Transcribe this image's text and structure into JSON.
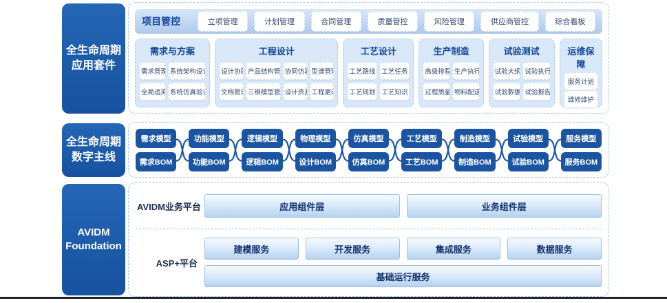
{
  "colors": {
    "primary_dark_blue": "#1c5aa8",
    "thread_box_blue": "#1b55a1",
    "panel_light_blue": "#d9e8f8",
    "band_gradient_top": "#d8e6f7",
    "band_gradient_bottom": "#adc9ec",
    "header_text_blue": "#15489c",
    "button_text": "#33486e",
    "gradient_box_text": "#143070",
    "dashed_border": "#a8c6e8"
  },
  "suite": {
    "sidebar": {
      "line1": "全生命周期",
      "line2": "应用套件"
    },
    "band": {
      "label": "项目管控",
      "buttons": [
        "立项管理",
        "计划管理",
        "合同管理",
        "质量管控",
        "风险管理",
        "供应商管控",
        "综合看板"
      ]
    },
    "columns": [
      {
        "title": "需求与方案",
        "rows": [
          [
            "需求管理",
            "系统架构设计"
          ],
          [
            "全局追溯",
            "系统仿真验证"
          ]
        ]
      },
      {
        "title": "工程设计",
        "rows": [
          [
            "设计协同",
            "产品结构管理",
            "协同仿真",
            "型谱管理"
          ],
          [
            "文档管理",
            "三维模型管理",
            "设计资源",
            "工程更改"
          ]
        ]
      },
      {
        "title": "工艺设计",
        "rows": [
          [
            "工艺路线",
            "工艺任务"
          ],
          [
            "工艺规划",
            "工艺知识"
          ]
        ]
      },
      {
        "title": "生产制造",
        "rows": [
          [
            "高级排程",
            "生产执行"
          ],
          [
            "过程质量",
            "物料配送"
          ]
        ]
      },
      {
        "title": "试验测试",
        "rows": [
          [
            "试验大纲",
            "试验执行"
          ],
          [
            "试验数据",
            "试验报告"
          ]
        ]
      },
      {
        "title": "运维保障",
        "rows": [
          [
            "服务计划"
          ],
          [
            "维修维护"
          ]
        ]
      }
    ]
  },
  "thread": {
    "sidebar": {
      "line1": "全生命周期",
      "line2": "数字主线"
    },
    "pairs": [
      {
        "model": "需求模型",
        "bom": "需求BOM"
      },
      {
        "model": "功能模型",
        "bom": "功能BOM"
      },
      {
        "model": "逻辑模型",
        "bom": "逻辑BOM"
      },
      {
        "model": "物理模型",
        "bom": "设计BOM"
      },
      {
        "model": "仿真模型",
        "bom": "仿真BOM"
      },
      {
        "model": "工艺模型",
        "bom": "工艺BOM"
      },
      {
        "model": "制造模型",
        "bom": "制造BOM"
      },
      {
        "model": "试验模型",
        "bom": "试验BOM"
      },
      {
        "model": "服务模型",
        "bom": "服务BOM"
      }
    ]
  },
  "foundation": {
    "sidebar": {
      "line1": "AVIDM",
      "line2": "Foundation"
    },
    "business_row": {
      "label": "AVIDM业务平台",
      "boxes": [
        "应用组件层",
        "业务组件层"
      ]
    },
    "asp_row": {
      "label": "ASP+平台",
      "boxes": [
        "建模服务",
        "开发服务",
        "集成服务",
        "数据服务"
      ],
      "base_box": "基础运行服务"
    }
  }
}
